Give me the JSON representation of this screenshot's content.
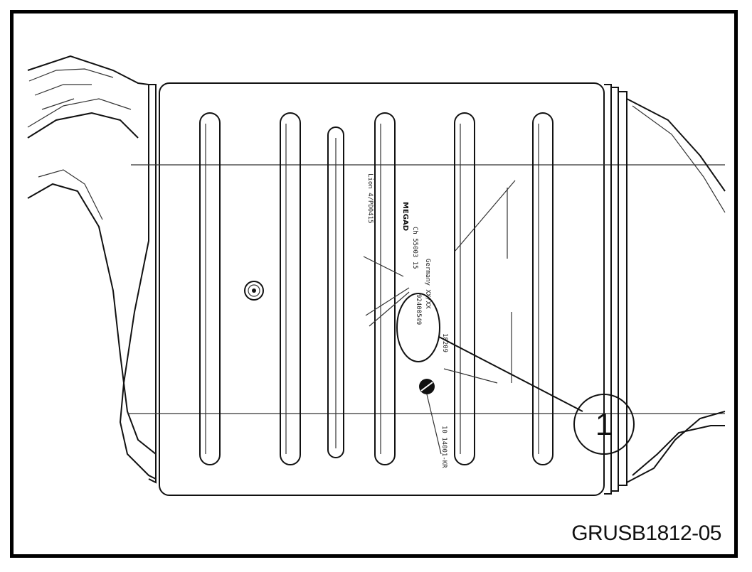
{
  "figure": {
    "code": "GRUSB1812-05",
    "callout_number": "1"
  },
  "label_text": {
    "brand": "MEGAD",
    "line_a": "92400549",
    "line_b": "Germany  XX/XX",
    "line_c": "Ch 55003 15",
    "line_d": "18209",
    "line_e": "Lion 4/PD0415",
    "line_f": "10 14001-KR"
  },
  "colors": {
    "line": "#111111",
    "background": "#ffffff",
    "callout_fill": "#ffffff"
  }
}
